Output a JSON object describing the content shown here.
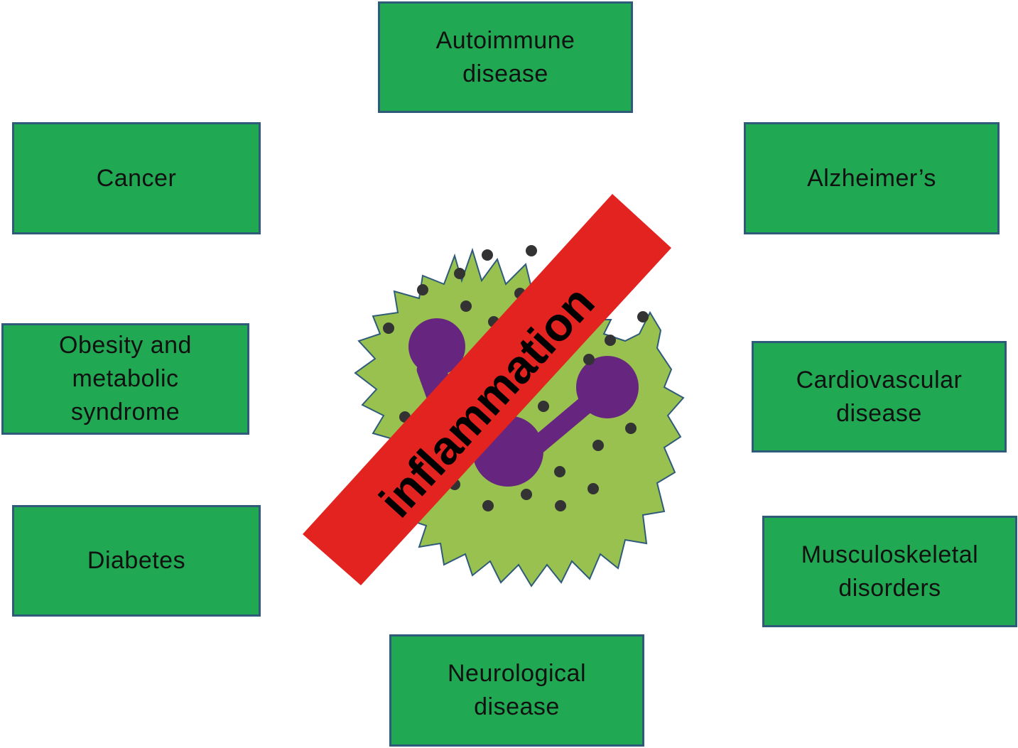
{
  "diagram": {
    "center_label": "inflammation",
    "boxes": [
      {
        "id": "autoimmune",
        "text": "Autoimmune\ndisease"
      },
      {
        "id": "cancer",
        "text": "Cancer"
      },
      {
        "id": "alzheimers",
        "text": "Alzheimer’s"
      },
      {
        "id": "obesity",
        "text": "Obesity and\nmetabolic\nsyndrome"
      },
      {
        "id": "cardio",
        "text": "Cardiovascular\ndisease"
      },
      {
        "id": "diabetes",
        "text": "Diabetes"
      },
      {
        "id": "musculo",
        "text": "Musculoskeletal\ndisorders"
      },
      {
        "id": "neuro",
        "text": "Neurological\ndisease"
      }
    ],
    "colors": {
      "box_fill": "#21a852",
      "box_border": "#2f5b7a",
      "cell_fill": "#98c14f",
      "cell_outline": "#2f5b7a",
      "nucleus": "#66267f",
      "granule": "#333333",
      "banner": "#e2231f",
      "banner_text": "#000000"
    },
    "icons": [
      "neutrophil-cell-icon",
      "no-inflammation-slash-banner"
    ]
  }
}
